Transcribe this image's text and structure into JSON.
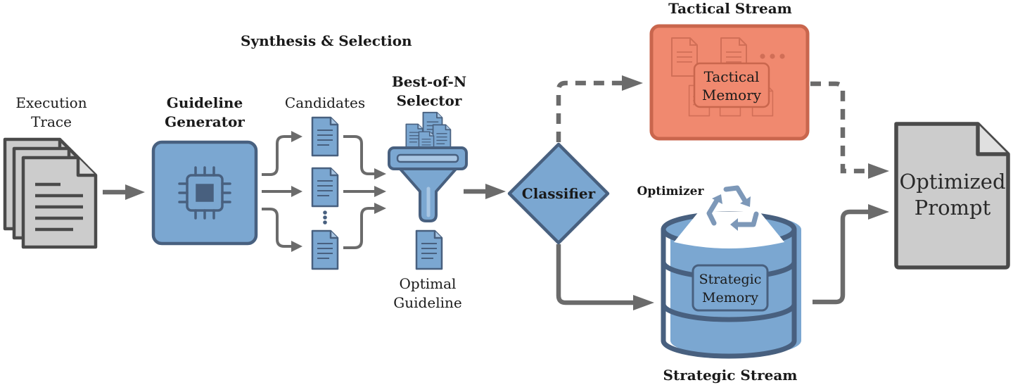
{
  "labels": {
    "execution_trace": "Execution\nTrace",
    "guideline_generator": "Guideline\nGenerator",
    "candidates": "Candidates",
    "synthesis_selection": "Synthesis & Selection",
    "best_of_n_selector": "Best-of-N\nSelector",
    "optimal_guideline": "Optimal\nGuideline",
    "classifier": "Classifier",
    "tactical_stream": "Tactical Stream",
    "tactical_memory": "Tactical\nMemory",
    "optimizer": "Optimizer",
    "strategic_memory": "Strategic\nMemory",
    "strategic_stream": "Strategic Stream",
    "optimized_prompt": "Optimized\nPrompt"
  },
  "colors": {
    "blue_fill": "#7ba7d1",
    "blue_stroke": "#48607f",
    "doc_fill": "#cccccc",
    "doc_stroke": "#4a4a4a",
    "arrow": "#6b6b6b",
    "tactical_fill": "#f0896f",
    "tactical_stroke": "#c9664d"
  }
}
